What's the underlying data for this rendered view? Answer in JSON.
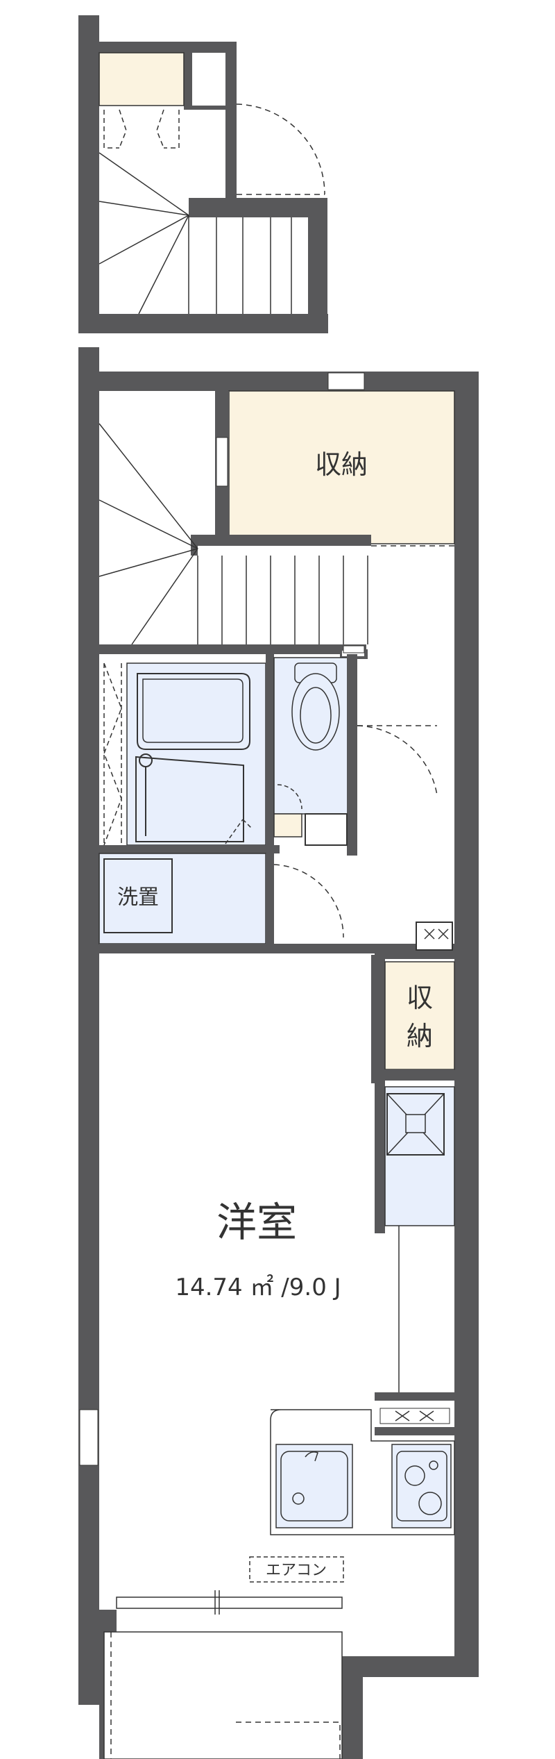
{
  "colors": {
    "wall": "#58585a",
    "line": "#333333",
    "storage_fill": "#fbf3e0",
    "wet_fill": "#e8effc",
    "floor": "#ffffff"
  },
  "rooms": {
    "storage_upper": {
      "label": "収納"
    },
    "storage_small": {
      "label_line1": "収",
      "label_line2": "納"
    },
    "laundry": {
      "label": "洗置"
    },
    "western_room": {
      "name": "洋室",
      "area": "14.74 ㎡ /9.0 J"
    }
  },
  "fixtures": {
    "aircon": {
      "label": "エアコン"
    }
  }
}
